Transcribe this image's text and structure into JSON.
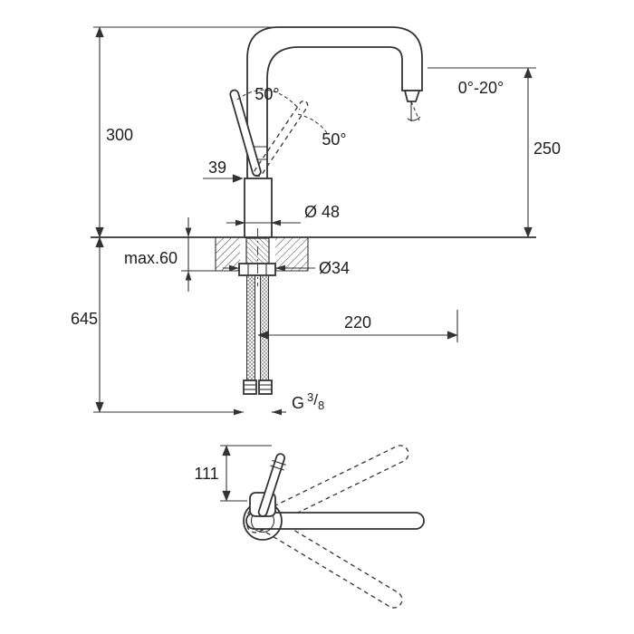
{
  "drawing": {
    "labels": {
      "overall_height": "300",
      "total_height_below": "645",
      "spout_height": "250",
      "spout_reach": "220",
      "swivel_range": "0°-20°",
      "lever_angle_front": "50°",
      "lever_angle_side": "50°",
      "lever_offset": "39",
      "body_diameter": "Ø 48",
      "max_deck_thickness": "max.60",
      "hole_diameter": "Ø34",
      "base_height": "111",
      "thread_prefix": "G",
      "thread_numerator": "3",
      "thread_slash": "/",
      "thread_denominator": "8"
    },
    "colors": {
      "line": "#333333",
      "text": "#1d1d1d",
      "background": "#ffffff"
    }
  }
}
